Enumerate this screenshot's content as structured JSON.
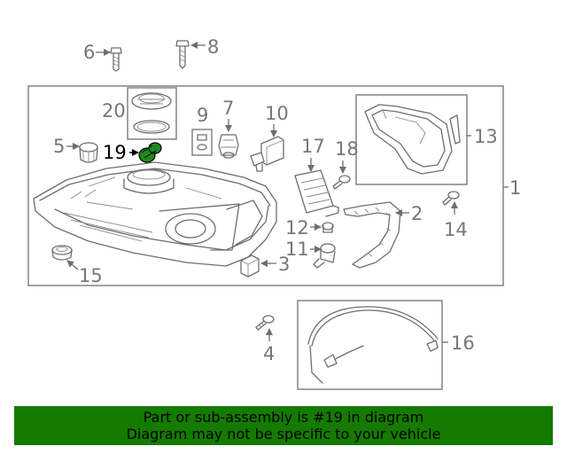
{
  "callouts": {
    "c1": "1",
    "c2": "2",
    "c3": "3",
    "c4": "4",
    "c5": "5",
    "c6": "6",
    "c7": "7",
    "c8": "8",
    "c9": "9",
    "c10": "10",
    "c11": "11",
    "c12": "12",
    "c13": "13",
    "c14": "14",
    "c15": "15",
    "c16": "16",
    "c17": "17",
    "c18": "18",
    "c19": "19",
    "c20": "20"
  },
  "highlighted_part": "19",
  "colors": {
    "highlight_fill": "#1e8a1e",
    "banner_background": "#157a00",
    "line_color": "#6e6e6e"
  },
  "banner": {
    "line1": "Part or sub-assembly is #19 in diagram",
    "line2": "Diagram may not be specific to your vehicle"
  }
}
